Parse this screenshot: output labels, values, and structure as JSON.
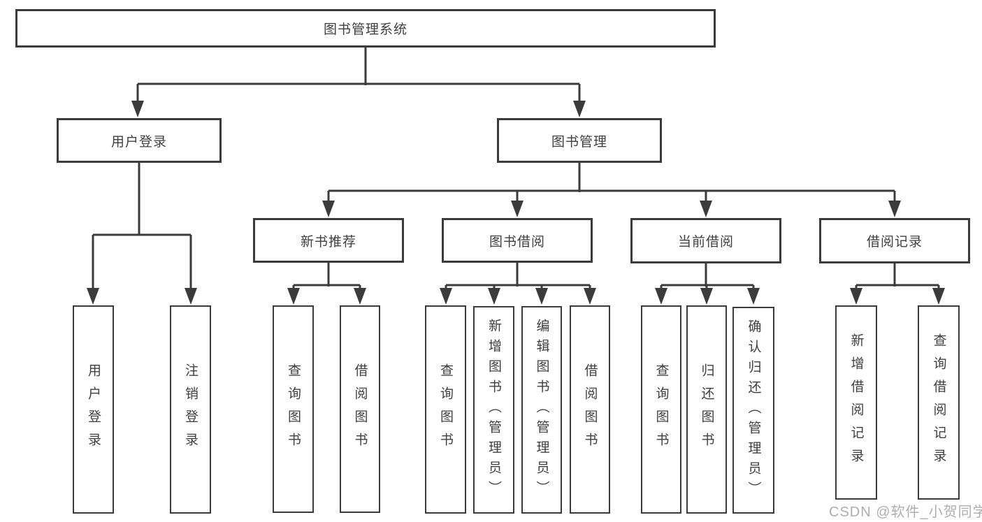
{
  "diagram_type": "hierarchy-tree",
  "tree": {
    "label": "图书管理系统",
    "children": [
      {
        "label": "用户登录",
        "children": [
          {
            "label": "用户登录"
          },
          {
            "label": "注销登录"
          }
        ]
      },
      {
        "label": "图书管理",
        "children": [
          {
            "label": "新书推荐",
            "children": [
              {
                "label": "查询图书"
              },
              {
                "label": "借阅图书"
              }
            ]
          },
          {
            "label": "图书借阅",
            "children": [
              {
                "label": "查询图书"
              },
              {
                "label": "新增图书（管理员）"
              },
              {
                "label": "编辑图书（管理员）"
              },
              {
                "label": "借阅图书"
              }
            ]
          },
          {
            "label": "当前借阅",
            "children": [
              {
                "label": "查询图书"
              },
              {
                "label": "归还图书"
              },
              {
                "label": "确认归还（管理员）"
              }
            ]
          },
          {
            "label": "借阅记录",
            "children": [
              {
                "label": "新增借阅记录"
              },
              {
                "label": "查询借阅记录"
              }
            ]
          }
        ]
      }
    ]
  },
  "watermark": {
    "text": "CSDN @软件_小贺同学"
  },
  "colors": {
    "line": "#3b3b3b",
    "text": "#3f3f3f",
    "background": "#ffffff",
    "watermark": "#a6a6a6"
  }
}
